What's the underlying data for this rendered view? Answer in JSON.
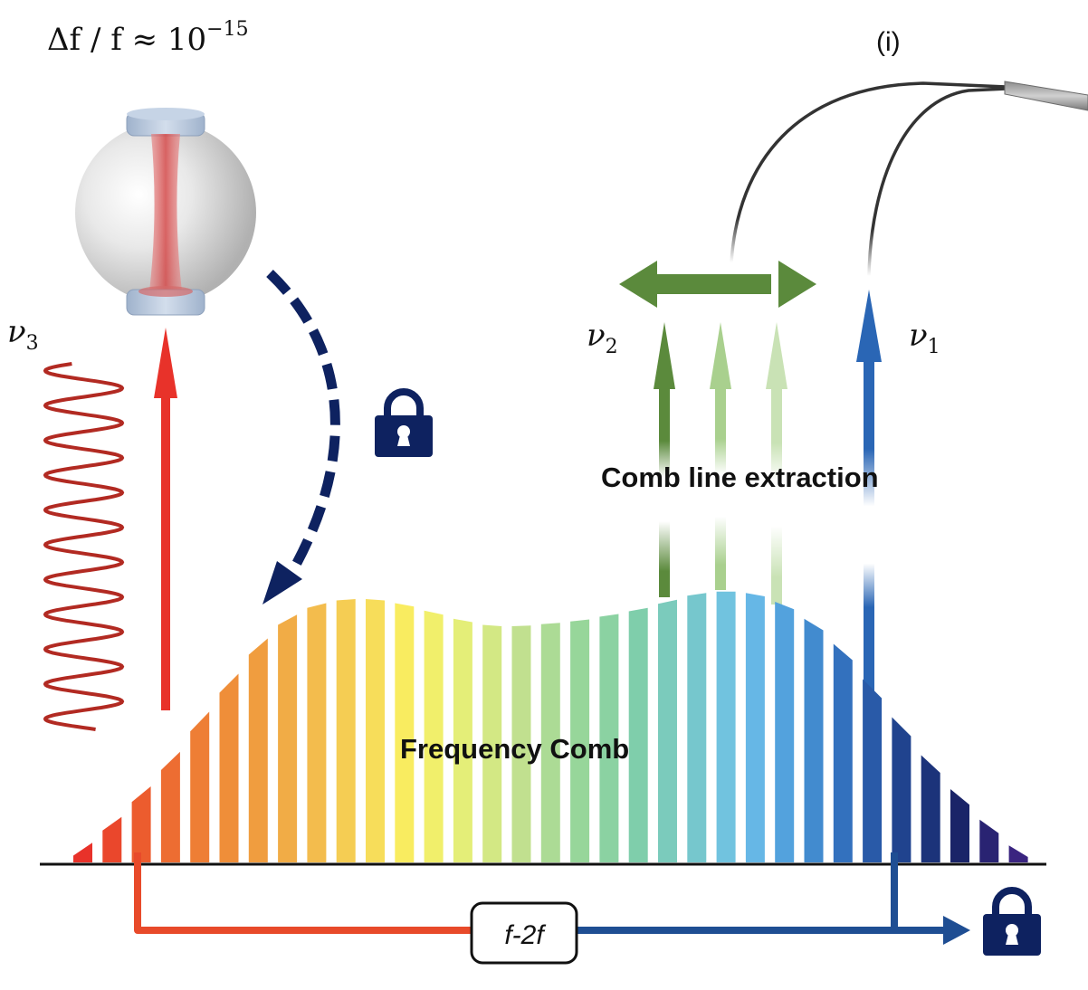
{
  "header": {
    "stability_lhs": "Δf / f ≈ 10",
    "stability_exponent": "−15",
    "panel_label": "(i)"
  },
  "labels": {
    "nu3": "ν",
    "nu3_sub": "3",
    "nu2": "ν",
    "nu2_sub": "2",
    "nu1": "ν",
    "nu1_sub": "1",
    "comb_line_extraction": "Comb line extraction",
    "frequency_comb": "Frequency Comb",
    "f2f_box": "f-2f"
  },
  "colors": {
    "red_arrow": "#e8322a",
    "wave": "#b22a22",
    "lock_navy": "#0e2260",
    "dashed_arrow": "#0e2260",
    "green_dark": "#5b8a3c",
    "green_mid": "#a9d08e",
    "green_light": "#c9e2b5",
    "blue_arrow": "#2a66b5",
    "f2f_red_line": "#e84a2a",
    "f2f_blue_line": "#1f4e93",
    "fiber": "#333333"
  },
  "comb": {
    "line_count": 33,
    "envelope_relative_heights": [
      0.05,
      0.14,
      0.25,
      0.37,
      0.52,
      0.66,
      0.8,
      0.9,
      0.95,
      0.97,
      0.97,
      0.95,
      0.92,
      0.89,
      0.87,
      0.87,
      0.88,
      0.89,
      0.91,
      0.93,
      0.96,
      0.99,
      1.0,
      0.99,
      0.95,
      0.88,
      0.78,
      0.64,
      0.5,
      0.36,
      0.24,
      0.13,
      0.04
    ],
    "gradient_stops": [
      "#e8322a",
      "#ec5a2e",
      "#ee7a34",
      "#f0983c",
      "#f2b44a",
      "#f6d456",
      "#faf062",
      "#e2ee7a",
      "#c0e090",
      "#98d69a",
      "#80cfa8",
      "#78c8c8",
      "#6ec0ea",
      "#4a98d8",
      "#2e68b8",
      "#1e3e88",
      "#1a2266",
      "#3a2480"
    ]
  }
}
